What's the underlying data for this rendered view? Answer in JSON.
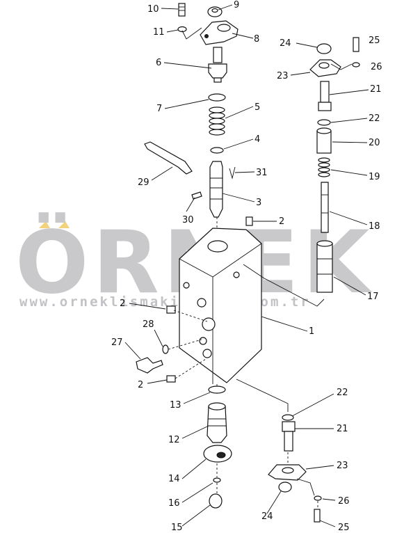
{
  "watermark": {
    "brand": "ÖRNEK",
    "url": "www.orneklismakinalari.com.tr"
  },
  "callouts": [
    {
      "n": "10"
    },
    {
      "n": "9"
    },
    {
      "n": "11"
    },
    {
      "n": "8"
    },
    {
      "n": "6"
    },
    {
      "n": "7"
    },
    {
      "n": "5"
    },
    {
      "n": "4"
    },
    {
      "n": "29"
    },
    {
      "n": "31"
    },
    {
      "n": "30"
    },
    {
      "n": "3"
    },
    {
      "n": "2"
    },
    {
      "n": "24"
    },
    {
      "n": "25"
    },
    {
      "n": "23"
    },
    {
      "n": "26"
    },
    {
      "n": "21"
    },
    {
      "n": "22"
    },
    {
      "n": "20"
    },
    {
      "n": "19"
    },
    {
      "n": "18"
    },
    {
      "n": "17"
    },
    {
      "n": "1"
    },
    {
      "n": "2"
    },
    {
      "n": "28"
    },
    {
      "n": "27"
    },
    {
      "n": "2"
    },
    {
      "n": "13"
    },
    {
      "n": "22"
    },
    {
      "n": "12"
    },
    {
      "n": "21"
    },
    {
      "n": "14"
    },
    {
      "n": "23"
    },
    {
      "n": "16"
    },
    {
      "n": "26"
    },
    {
      "n": "24"
    },
    {
      "n": "15"
    },
    {
      "n": "25"
    }
  ],
  "colors": {
    "ink": "#111111",
    "watermark": "#c9c9cc",
    "accent_marks": "#f2d27a"
  }
}
